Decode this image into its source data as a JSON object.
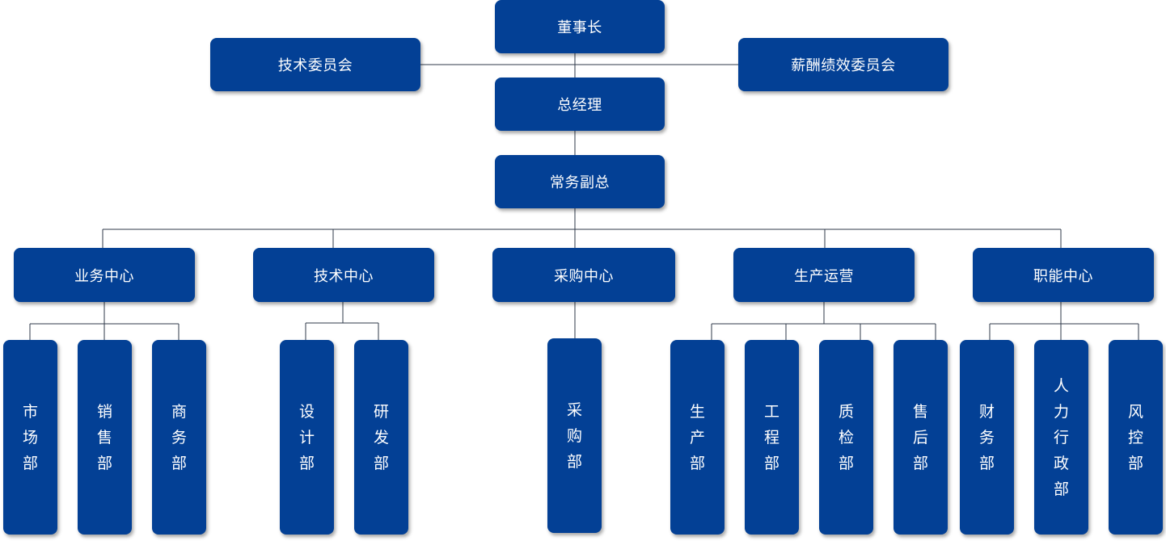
{
  "chairman": "董事长",
  "tech_committee": "技术委员会",
  "pay_committee": "薪酬绩效委员会",
  "general_manager": "总经理",
  "executive_vp": "常务副总",
  "centers": [
    {
      "label": "业务中心",
      "departments": [
        [
          "市",
          "场",
          "部"
        ],
        [
          "销",
          "售",
          "部"
        ],
        [
          "商",
          "务",
          "部"
        ]
      ]
    },
    {
      "label": "技术中心",
      "departments": [
        [
          "设",
          "计",
          "部"
        ],
        [
          "研",
          "发",
          "部"
        ]
      ]
    },
    {
      "label": "采购中心",
      "departments": [
        [
          "采",
          "购",
          "部"
        ]
      ]
    },
    {
      "label": "生产运营",
      "departments": [
        [
          "生",
          "产",
          "部"
        ],
        [
          "工",
          "程",
          "部"
        ],
        [
          "质",
          "检",
          "部"
        ],
        [
          "售",
          "后",
          "部"
        ]
      ]
    },
    {
      "label": "职能中心",
      "departments": [
        [
          "财",
          "务",
          "部"
        ],
        [
          "人",
          "力",
          "行",
          "政",
          "部"
        ],
        [
          "风",
          "控",
          "部"
        ]
      ]
    }
  ]
}
